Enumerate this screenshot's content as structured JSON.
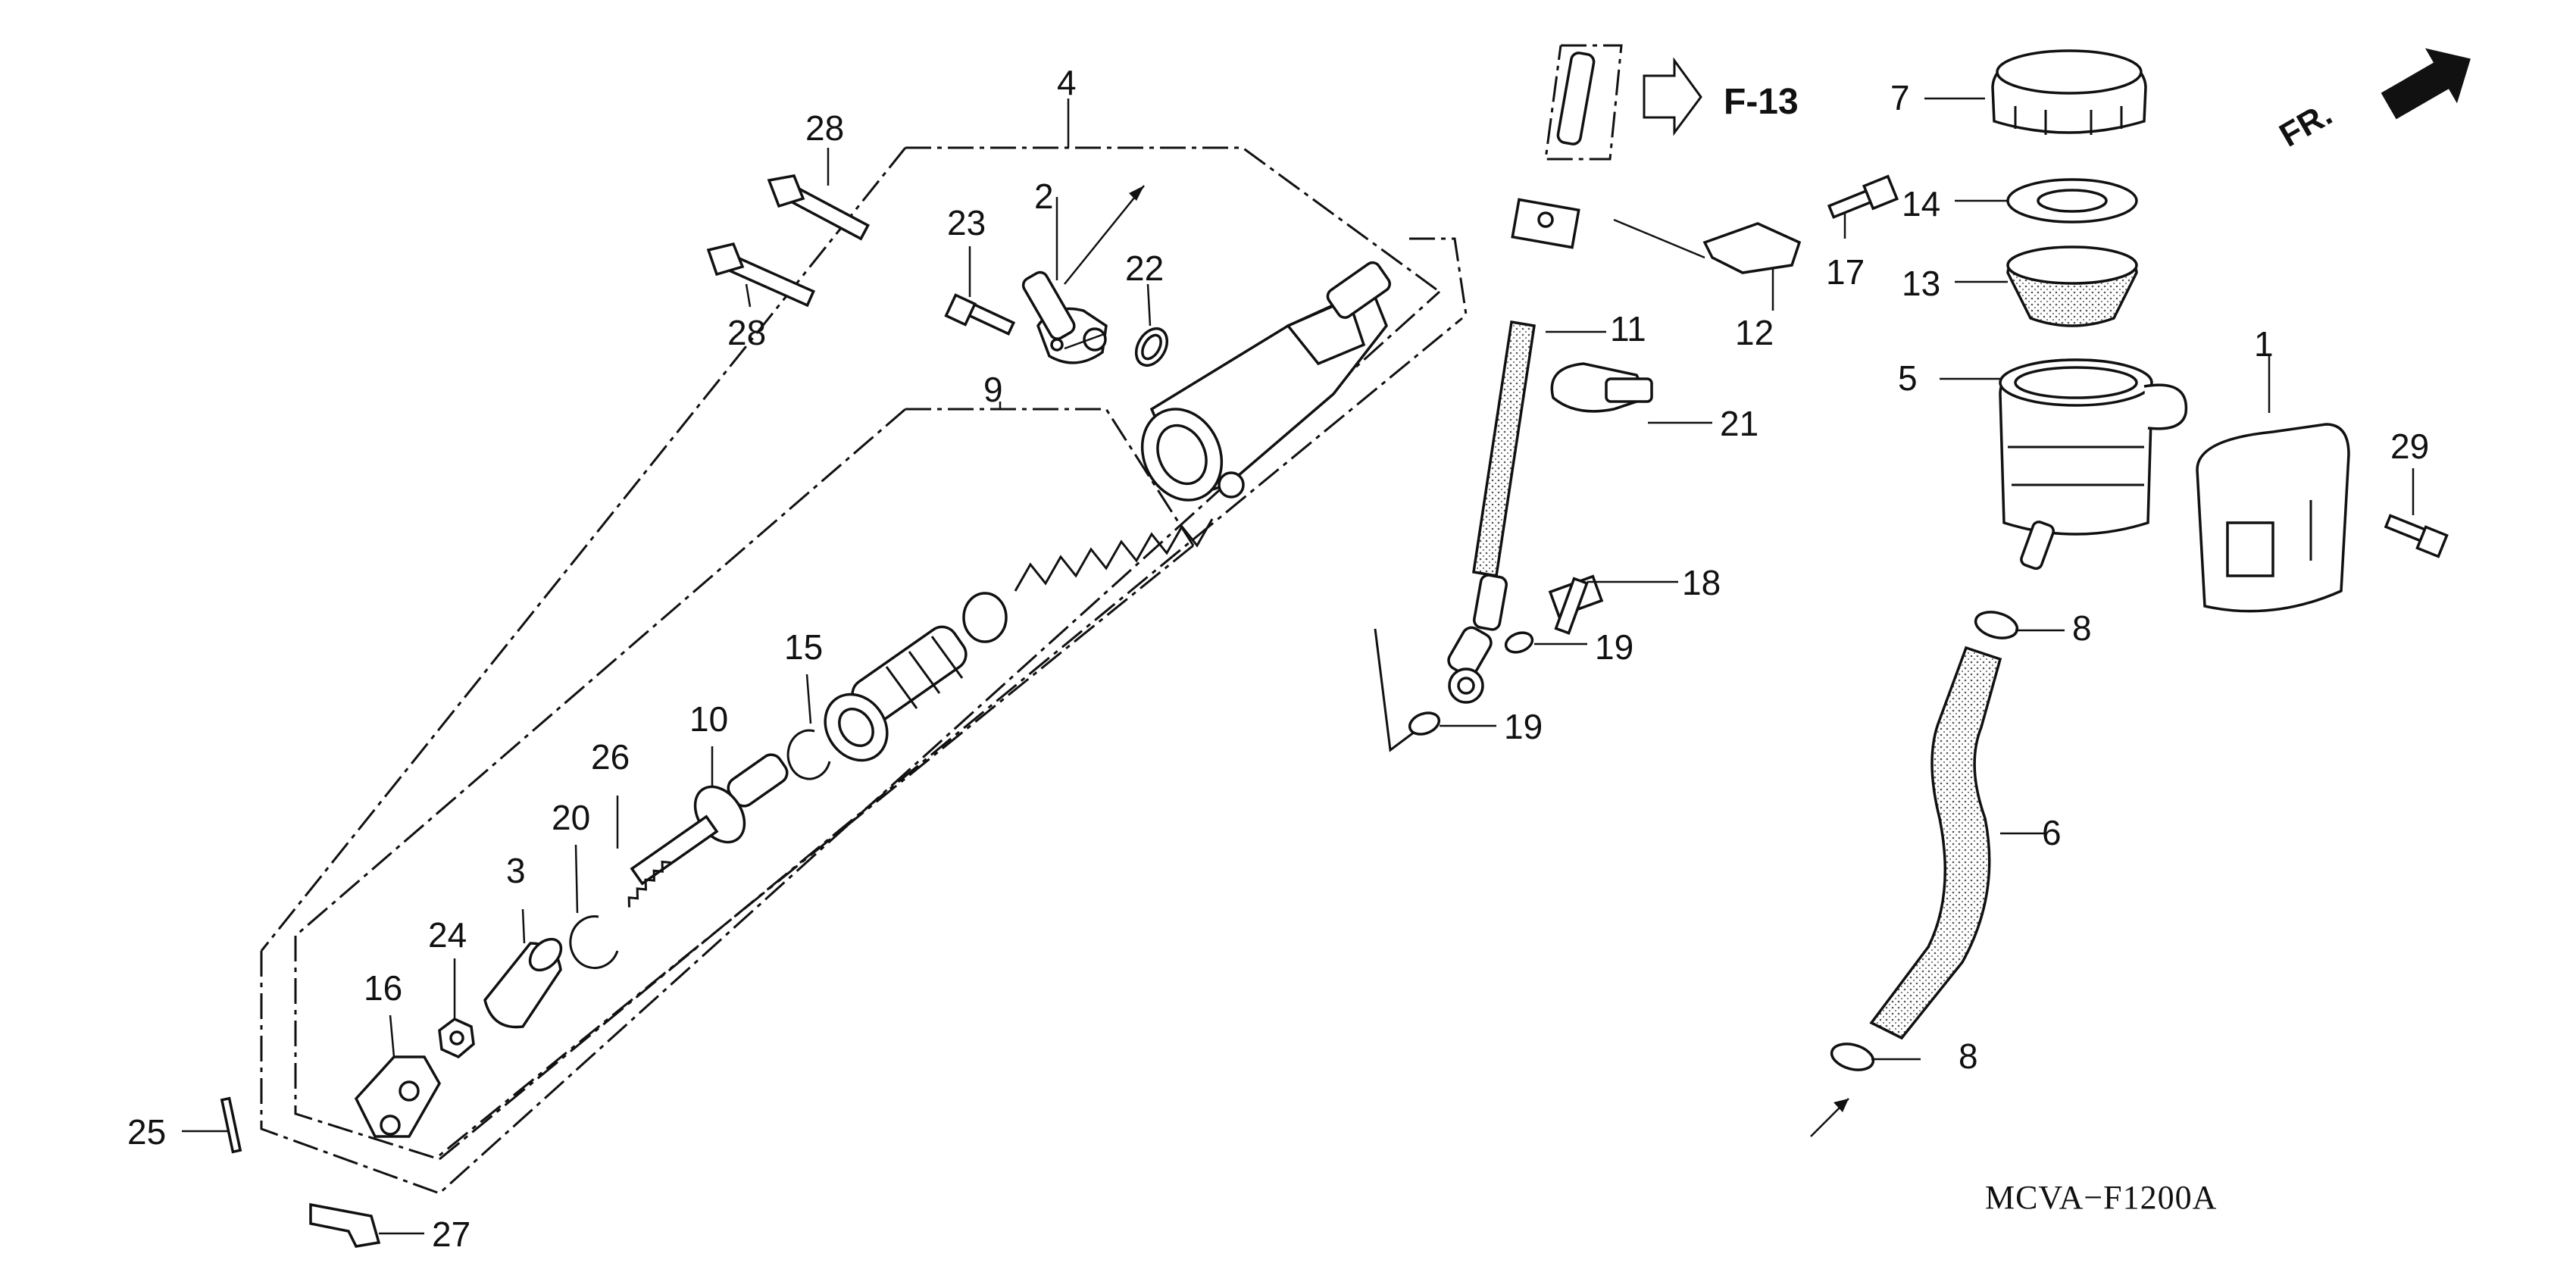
{
  "diagram": {
    "drawing_code": "MCVA−F1200A",
    "reference": "F-13",
    "direction_label": "FR.",
    "callouts": {
      "c1": "1",
      "c2": "2",
      "c3": "3",
      "c4": "4",
      "c5": "5",
      "c6": "6",
      "c7": "7",
      "c8a": "8",
      "c8b": "8",
      "c9": "9",
      "c10": "10",
      "c11": "11",
      "c12": "12",
      "c13": "13",
      "c14": "14",
      "c15": "15",
      "c16": "16",
      "c17": "17",
      "c18": "18",
      "c19a": "19",
      "c19b": "19",
      "c20": "20",
      "c21": "21",
      "c22": "22",
      "c23": "23",
      "c24": "24",
      "c25": "25",
      "c26": "26",
      "c27": "27",
      "c28a": "28",
      "c28b": "28",
      "c29": "29"
    }
  }
}
